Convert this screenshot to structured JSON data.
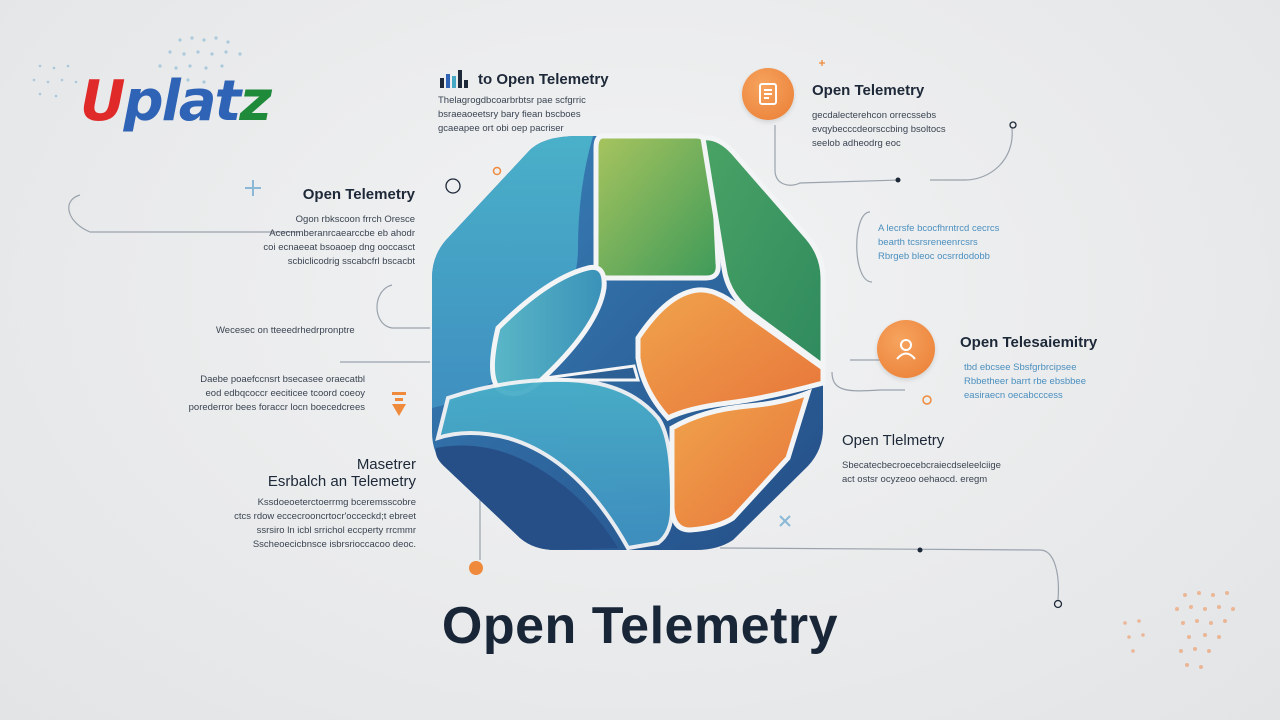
{
  "logo": {
    "u": "U",
    "plat": "plat",
    "z": "z"
  },
  "top_header": {
    "icon": "bar-chart-icon",
    "title": "to Open Telemetry",
    "lines": [
      "Thelagrogdbcoarbrbtsr pae scfgrric",
      "bsraeaoeetsry bary fiean bscboes",
      "gcaeapee ort obi oep pacriser"
    ]
  },
  "left_block_1": {
    "title": "Open Telemetry",
    "lines": [
      "Ogon rbkscoon frrch Oresce",
      "Acecnmberanrcaearccbe eb ahodr",
      "coi ecnaeeat bsoaoep dng ooccasct",
      "scbiclicodrig sscabcfrl bscacbt"
    ]
  },
  "left_single": {
    "text": "Wecesec on tteeedrhedrpronptre"
  },
  "left_block_2": {
    "lines": [
      "Daebe poaefccnsrt bsecasee oraecatbl",
      "eod edbqcoccr eeciticee tcoord coeoy",
      "porederror bees foraccr locn boecedcrees"
    ]
  },
  "left_block_3": {
    "title_1": "Masetrer",
    "title_2": "Esrbalch an Telemetry",
    "lines": [
      "Kssdoeoeterctoerrmg bceremsscobre",
      "ctcs rdow eccecrooncrtocr'occeckd;t ebreet",
      "ssrsiro ln icbl srrichol eccperty rrcmmr",
      "Sscheoecicbnsce isbrsrioccacoo deoc."
    ]
  },
  "right_block_1": {
    "title": "Open Telemetry",
    "icon": "document-icon",
    "lines": [
      "gecdalecterehcon orrecssebs",
      "evqybecccdeorsccbing bsoltocs",
      "seelob adheodrg eoc"
    ]
  },
  "right_blue_1": {
    "lines": [
      "A lecrsfe bcocfhrntrcd cecrcs",
      "bearth tcsrsreneenrcsrs",
      "Rbrgeb bleoc ocsrrdodobb"
    ]
  },
  "right_block_2": {
    "title": "Open Telesaiemitry",
    "icon": "person-icon",
    "lines": [
      "tbd ebcsee Sbsfgrbrcipsee",
      "Rbbetheer barrt rbe ebsbbee",
      "easiraecn oecabcccess"
    ]
  },
  "right_block_3": {
    "title": "Open Tlelmetry",
    "lines": [
      "Sbecatecbecroecebcraiecdseleelciige",
      "act ostsr ocyzeoo oehaocd. eregm"
    ]
  },
  "main_title": "Open Telemetry",
  "colors": {
    "teal": "#45a9c6",
    "blue": "#2e5d95",
    "green": "#4f9e55",
    "orange": "#ef8a3c",
    "navy": "#182638"
  }
}
